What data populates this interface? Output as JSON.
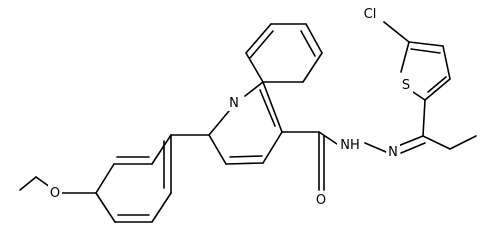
{
  "molecule": {
    "atom_labels": {
      "cl": "Cl",
      "s": "S",
      "n_quinoline": "N",
      "nh": "NH",
      "n_hydrazone": "N",
      "o_carbonyl": "O",
      "o_ether": "O"
    },
    "colors": {
      "bond": "#000000",
      "label": "#000000",
      "background": "#ffffff"
    }
  }
}
